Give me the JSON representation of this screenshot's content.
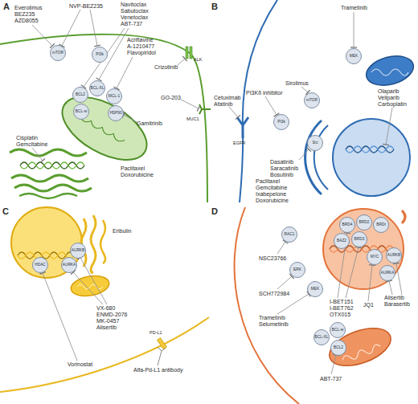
{
  "diagram": {
    "nodes": [
      {
        "text": [
          "mTOR"
        ]
      },
      {
        "text": [
          "PI3k"
        ]
      },
      {
        "text": [
          "BCL2"
        ]
      },
      {
        "text": [
          "BCL-XL"
        ]
      },
      {
        "text": [
          "BCL-w"
        ]
      },
      {
        "text": [
          "MCL-1"
        ]
      },
      {
        "text": [
          "HSP90"
        ]
      },
      {
        "text": [
          "mTOR"
        ]
      },
      {
        "text": [
          "MEK"
        ]
      },
      {
        "text": [
          "PI3k"
        ]
      },
      {
        "text": [
          "Src"
        ]
      },
      {
        "text": [
          "HDAC"
        ]
      },
      {
        "text": [
          "AURKB"
        ]
      },
      {
        "text": [
          "AURKA"
        ]
      },
      {
        "text": [
          "BRD4"
        ]
      },
      {
        "text": [
          "BRD2"
        ]
      },
      {
        "text": [
          "BRDt"
        ]
      },
      {
        "text": [
          "BAZ2"
        ]
      },
      {
        "text": [
          "BRD3"
        ]
      },
      {
        "text": [
          "MYC"
        ]
      },
      {
        "text": [
          "AURKB"
        ]
      },
      {
        "text": [
          "AURKA"
        ]
      },
      {
        "text": [
          "RAC1"
        ]
      },
      {
        "text": [
          "ERK"
        ]
      },
      {
        "text": [
          "MEK"
        ]
      },
      {
        "text": [
          "BCL-XL"
        ]
      },
      {
        "text": [
          "BCL2"
        ]
      },
      {
        "text": [
          "BCL-w"
        ]
      }
    ],
    "labels": [
      "A",
      "Everolimus",
      "BEZ235",
      "AZD8055",
      "NVP-BEZ235",
      "Navitoclax",
      "Sabutoclax",
      "Venetoclax",
      "ABT-737",
      "Acriflavine",
      "A-1210477",
      "Flavopiridol",
      "Crizotinib",
      "ALK",
      "Gamitrinib",
      "GO-203",
      "MUC1",
      "Cisplatin",
      "Gemcitabine",
      "Paclitaxel",
      "Doxorubicine",
      "B",
      "Sirolimus",
      "Trametinib",
      "Cetuximab",
      "Afatinib",
      "PI3Kδ inhibitor",
      "EGFR",
      "Olaparib",
      "Veliparib",
      "Carboplatin",
      "Dasatinib",
      "Saracatinib",
      "Bosutinib",
      "Paclitaxel",
      "Gemcitabine",
      "Ixabepelone",
      "Doxorubicine",
      "C",
      "Eribulin",
      "VX-680",
      "ENMD-2076",
      "MK-0457",
      "Alisertib",
      "Vorinostat",
      "PD-L1",
      "Alfa-Pd-L1 antibody",
      "D",
      "I-BET151",
      "I-BET762",
      "OTX015",
      "JQ1",
      "Alisertib",
      "Barasertib",
      "NSC23766",
      "SCH772984",
      "Trametinib",
      "Selumetinib",
      "ABT-737"
    ]
  }
}
